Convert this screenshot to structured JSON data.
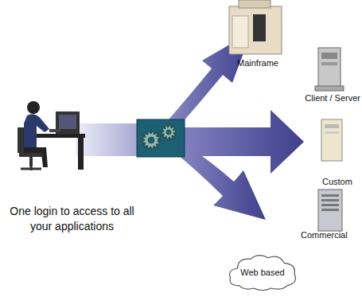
{
  "diagram": {
    "nodes": [
      {
        "text": [
          "Web based"
        ]
      }
    ],
    "labels": [
      "Mainframe",
      "Client / Server",
      "Custom",
      "Commercial",
      "One login to access to all your applications"
    ]
  }
}
